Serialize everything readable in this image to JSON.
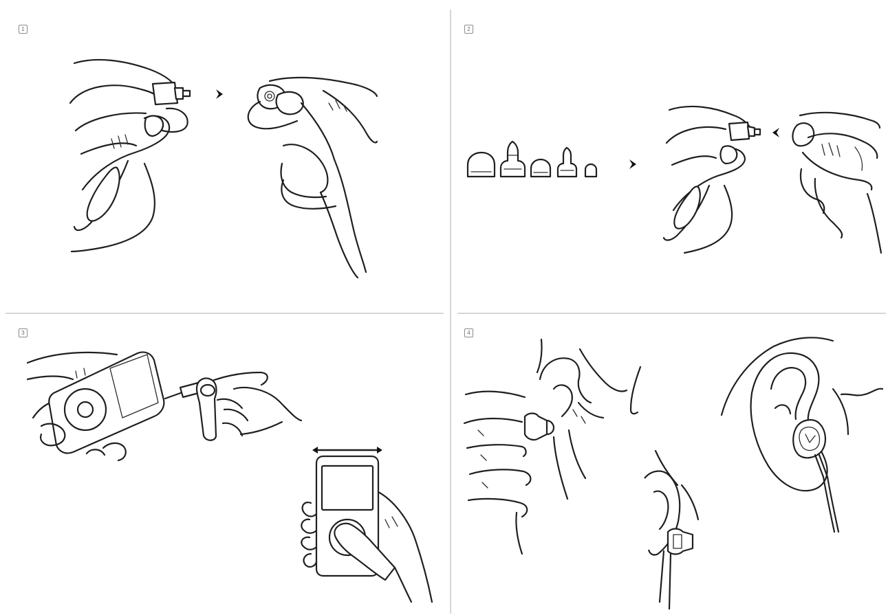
{
  "steps": [
    {
      "number": "1"
    },
    {
      "number": "2"
    },
    {
      "number": "3"
    },
    {
      "number": "4"
    }
  ],
  "illustrations": {
    "panel_1": [
      "hand-holding-earphone",
      "attach-arrow",
      "hand-pinching-tip"
    ],
    "panel_2": [
      "ear-tip-sizes",
      "select-arrow",
      "hands-fitting-tip",
      "fit-arrow"
    ],
    "panel_3": [
      "hand-plugging-player",
      "cable-plug",
      "thumb-on-click-wheel",
      "volume-arrows"
    ],
    "panel_4": [
      "finger-inserting-earphone",
      "ear-side-view",
      "ear-front-view-with-earphone"
    ]
  },
  "colors": {
    "ink": "#1f1f1f",
    "divider": "#c9c9c9",
    "background": "#ffffff"
  }
}
